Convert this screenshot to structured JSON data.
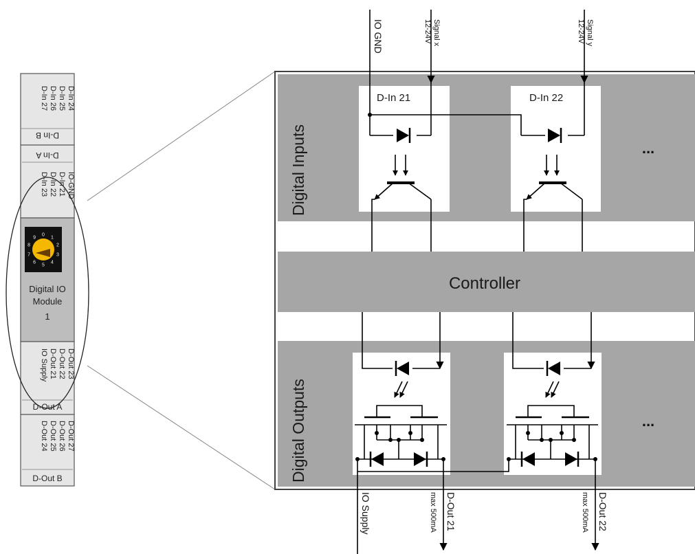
{
  "module": {
    "din_b": {
      "title": "D-In B",
      "pins": [
        "D-In 24",
        "D-In 25",
        "D-In 26",
        "D-In 27"
      ]
    },
    "din_a": {
      "title": "D-In A",
      "pins": [
        "IO-GND",
        "D-In 21",
        "D-In 22",
        "D-In 23"
      ]
    },
    "rotary_switch": {
      "digits": [
        "0",
        "1",
        "2",
        "3",
        "4",
        "5",
        "6",
        "7",
        "8",
        "9"
      ],
      "colors": {
        "body": "#111111",
        "knob": "#f5b800",
        "pointer": "#6a3d00"
      }
    },
    "label_line1": "Digital IO",
    "label_line2": "Module",
    "label_line3": "1",
    "dout_a": {
      "title": "D-Out A",
      "pins": [
        "D-Out 23",
        "D-Out 22",
        "D-Out 21",
        "IO Supply"
      ]
    },
    "dout_b": {
      "title": "D-Out B",
      "pins": [
        "D-Out 27",
        "D-Out 26",
        "D-Out 25",
        "D-Out 24"
      ]
    }
  },
  "inputs": {
    "section_label": "Digital Inputs",
    "channels": [
      "D-In 21",
      "D-In 22"
    ],
    "more": "..."
  },
  "controller_label": "Controller",
  "outputs": {
    "section_label": "Digital Outputs",
    "more": "..."
  },
  "top_wires": {
    "io_gnd": "IO GND",
    "signal_x_line1": "Signal x",
    "signal_x_line2": "12-24V",
    "signal_y_line1": "Signal y",
    "signal_y_line2": "12-24V"
  },
  "bottom_wires": {
    "io_supply": "IO Supply",
    "dout21_line1": "D-Out 21",
    "dout21_line2": "max 500mA",
    "dout22_line1": "D-Out 22",
    "dout22_line2": "max 500mA"
  },
  "colors": {
    "section_fill": "#a6a6a6",
    "band_fill": "#a6a6a6",
    "frame": "#404040",
    "line": "#000000",
    "panel_fill": "#d0d0d0"
  }
}
